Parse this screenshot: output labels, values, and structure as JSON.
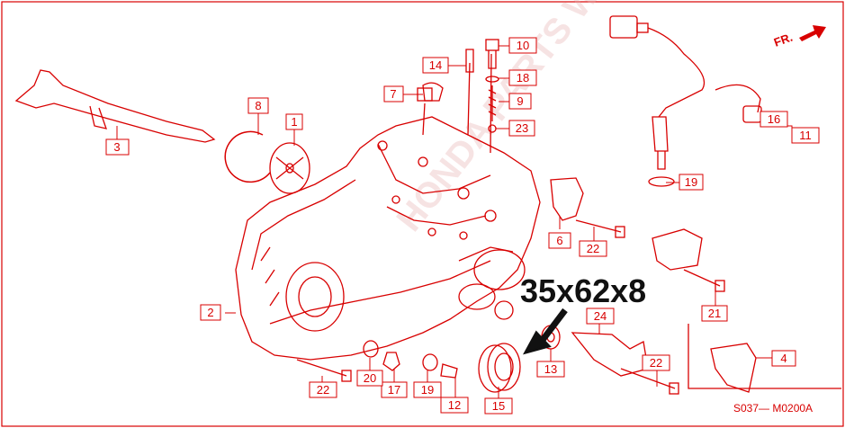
{
  "diagram": {
    "code": "S037— M0200A",
    "front_marker": "FR.",
    "callout_text": "35x62x8",
    "watermark": "HONDA PARTS WEB",
    "colors": {
      "line": "#d80000",
      "callout": "#111111",
      "background": "#ffffff"
    },
    "part_labels": {
      "p1": "1",
      "p2": "2",
      "p3": "3",
      "p4": "4",
      "p6": "6",
      "p7": "7",
      "p8": "8",
      "p9": "9",
      "p10": "10",
      "p11": "11",
      "p12": "12",
      "p13": "13",
      "p14": "14",
      "p15": "15",
      "p16": "16",
      "p17": "17",
      "p18": "18",
      "p19a": "19",
      "p19b": "19",
      "p20": "20",
      "p21": "21",
      "p22a": "22",
      "p22b": "22",
      "p22c": "22",
      "p23": "23",
      "p24": "24"
    }
  }
}
